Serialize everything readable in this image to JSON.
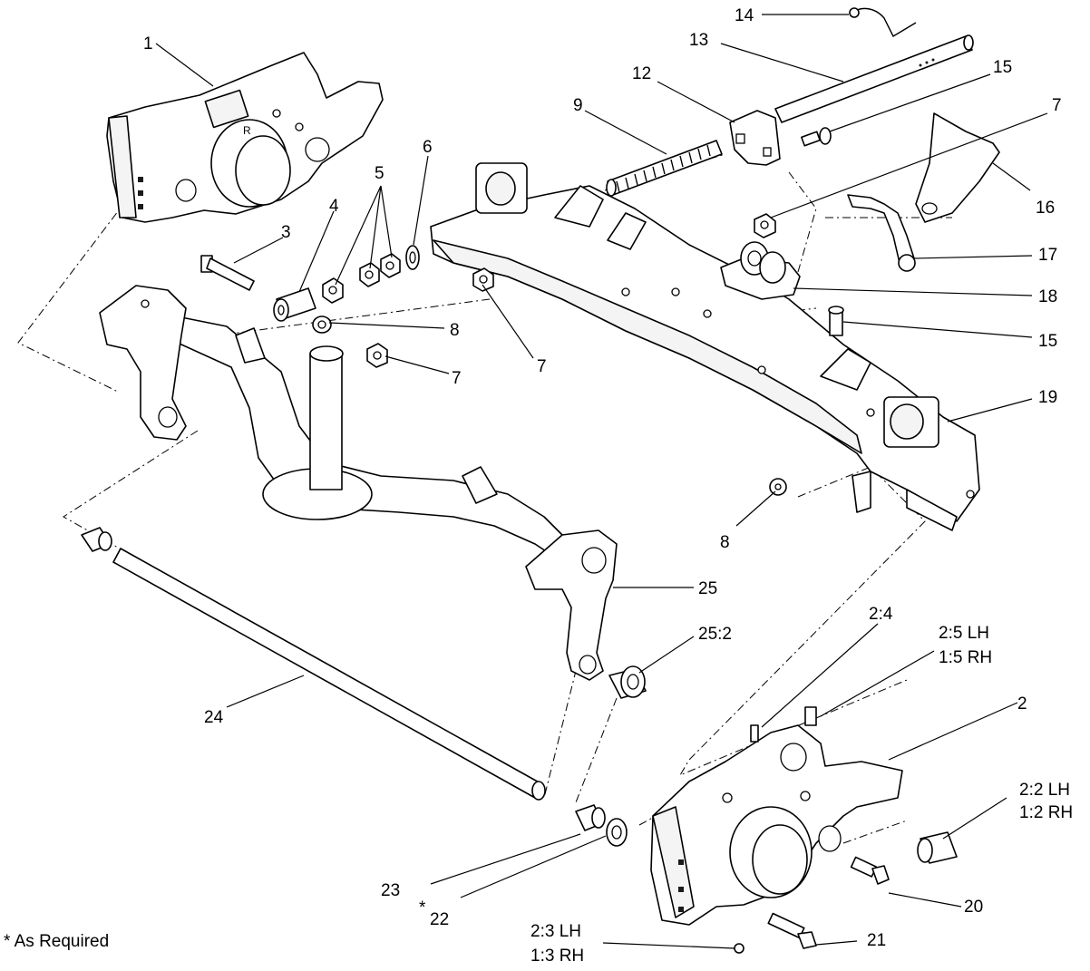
{
  "diagram": {
    "callouts": {
      "c1": "1",
      "c2": "2",
      "c3": "3",
      "c4": "4",
      "c5": "5",
      "c6": "6",
      "c7a": "7",
      "c7b": "7",
      "c7c": "7",
      "c8a": "8",
      "c8b": "8",
      "c9": "9",
      "c12": "12",
      "c13": "13",
      "c14": "14",
      "c15a": "15",
      "c15b": "15",
      "c16": "16",
      "c17": "17",
      "c18": "18",
      "c19": "19",
      "c20": "20",
      "c21": "21",
      "c22": "22",
      "c23": "23",
      "c24": "24",
      "c25": "25",
      "c25_2": "25:2",
      "c2_4": "2:4",
      "c2_5lh": "2:5 LH",
      "c1_5rh": "1:5 RH",
      "c2_2lh": "2:2 LH",
      "c1_2rh": "1:2 RH",
      "c2_3lh": "2:3 LH",
      "c1_3rh": "1:3 RH"
    },
    "asterisk": "*",
    "bracket_letter": "R",
    "footnote": "* As Required"
  }
}
